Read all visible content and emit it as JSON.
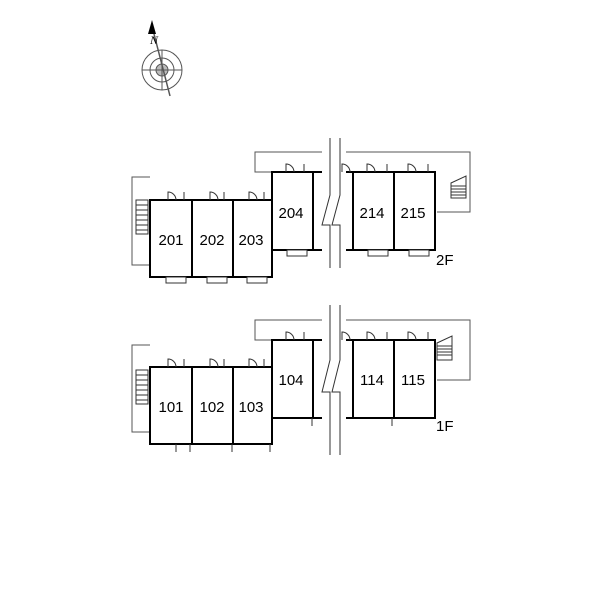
{
  "compass": {
    "north_label": "N"
  },
  "floors": [
    {
      "label": "2F",
      "units": [
        "201",
        "202",
        "203",
        "204",
        "214",
        "215"
      ]
    },
    {
      "label": "1F",
      "units": [
        "101",
        "102",
        "103",
        "104",
        "114",
        "115"
      ]
    }
  ]
}
